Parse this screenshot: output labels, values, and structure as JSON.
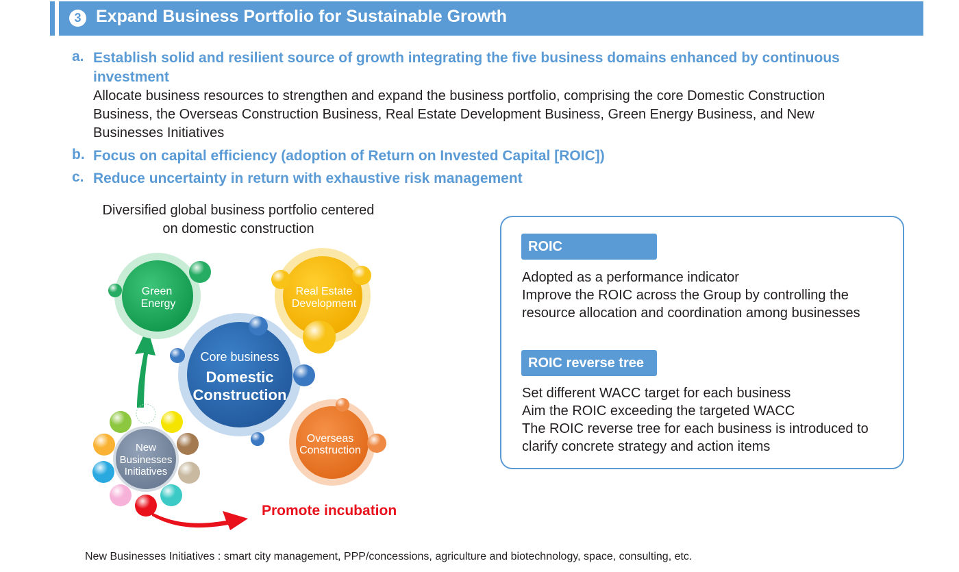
{
  "header": {
    "badge": "3",
    "title": "Expand Business Portfolio for Sustainable Growth"
  },
  "items": [
    {
      "letter": "a.",
      "heading": "Establish solid and resilient source of growth integrating the five business domains enhanced by continuous investment",
      "desc": "Allocate business resources to strengthen and expand the business portfolio, comprising the core Domestic Construction Business, the Overseas Construction Business, Real Estate Development Business, Green Energy Business, and New Businesses Initiatives"
    },
    {
      "letter": "b.",
      "heading": "Focus on capital efficiency (adoption of Return on Invested Capital [ROIC])"
    },
    {
      "letter": "c.",
      "heading": "Reduce uncertainty in return with exhaustive risk management"
    }
  ],
  "diagram": {
    "caption": "Diversified global business portfolio centered on domestic construction",
    "core_label_1": "Core business",
    "core_label_2": "Domestic",
    "core_label_3": "Construction",
    "green_1": "Green",
    "green_2": "Energy",
    "realestate_1": "Real Estate",
    "realestate_2": "Development",
    "overseas_1": "Overseas",
    "overseas_2": "Construction",
    "new_1": "New",
    "new_2": "Businesses",
    "new_3": "Initiatives",
    "promote": "Promote incubation",
    "colors": {
      "green": "#1aa35a",
      "gold": "#f5b800",
      "blue": "#2e6db4",
      "orange": "#ec7b2c",
      "gray": "#7e8fa6",
      "red": "#e8111c"
    }
  },
  "roic": {
    "label": "ROIC",
    "lines": [
      "Adopted as a performance indicator",
      "Improve the ROIC across the Group by controlling the resource allocation and coordination among businesses"
    ],
    "tree_label": "ROIC reverse tree",
    "tree_lines": [
      "Set different WACC target for each business",
      "Aim the ROIC exceeding the targeted WACC",
      "The ROIC reverse tree for each business is introduced to clarify concrete strategy and action items"
    ]
  },
  "footnote": "New Businesses Initiatives : smart city management, PPP/concessions, agriculture and biotechnology, space, consulting, etc."
}
